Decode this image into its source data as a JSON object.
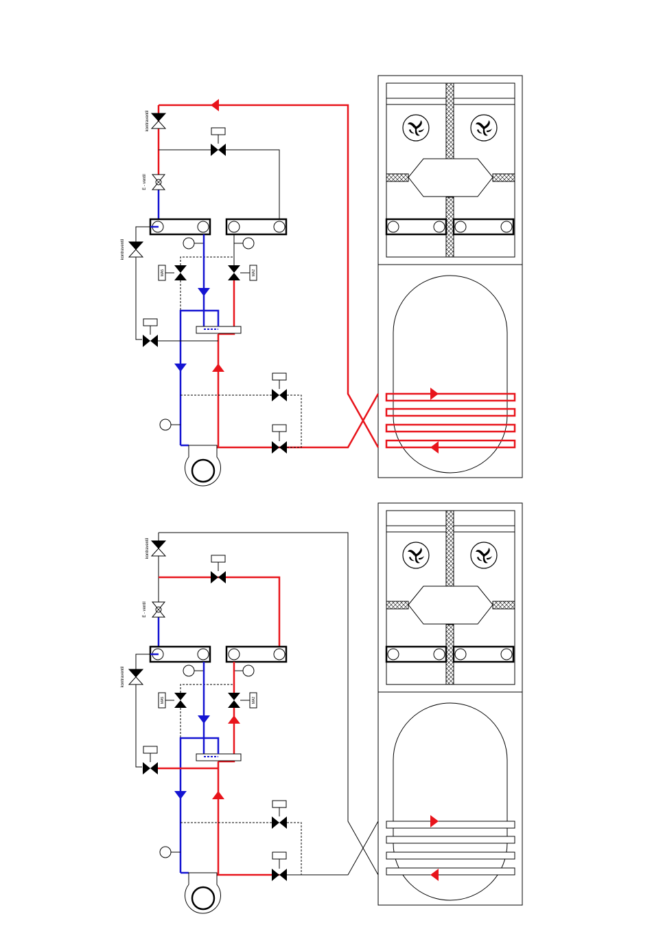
{
  "colors": {
    "hot": "#e8141b",
    "cold": "#1414d2",
    "line": "#000000"
  },
  "labels": {
    "check_valve_top": "kontraventil",
    "e_valve": "E - ventil",
    "check_valve_left": "kontraventil",
    "ma5": "MA5",
    "ma2": "MA2"
  },
  "panels": [
    {
      "mode": "top",
      "flow_active": true,
      "left_bypass_active": false,
      "left_bypass_valve_open": false,
      "reverse_arrows": false
    },
    {
      "mode": "bottom",
      "flow_active": false,
      "left_bypass_active": true,
      "left_bypass_valve_open": true,
      "reverse_arrows": true
    }
  ]
}
